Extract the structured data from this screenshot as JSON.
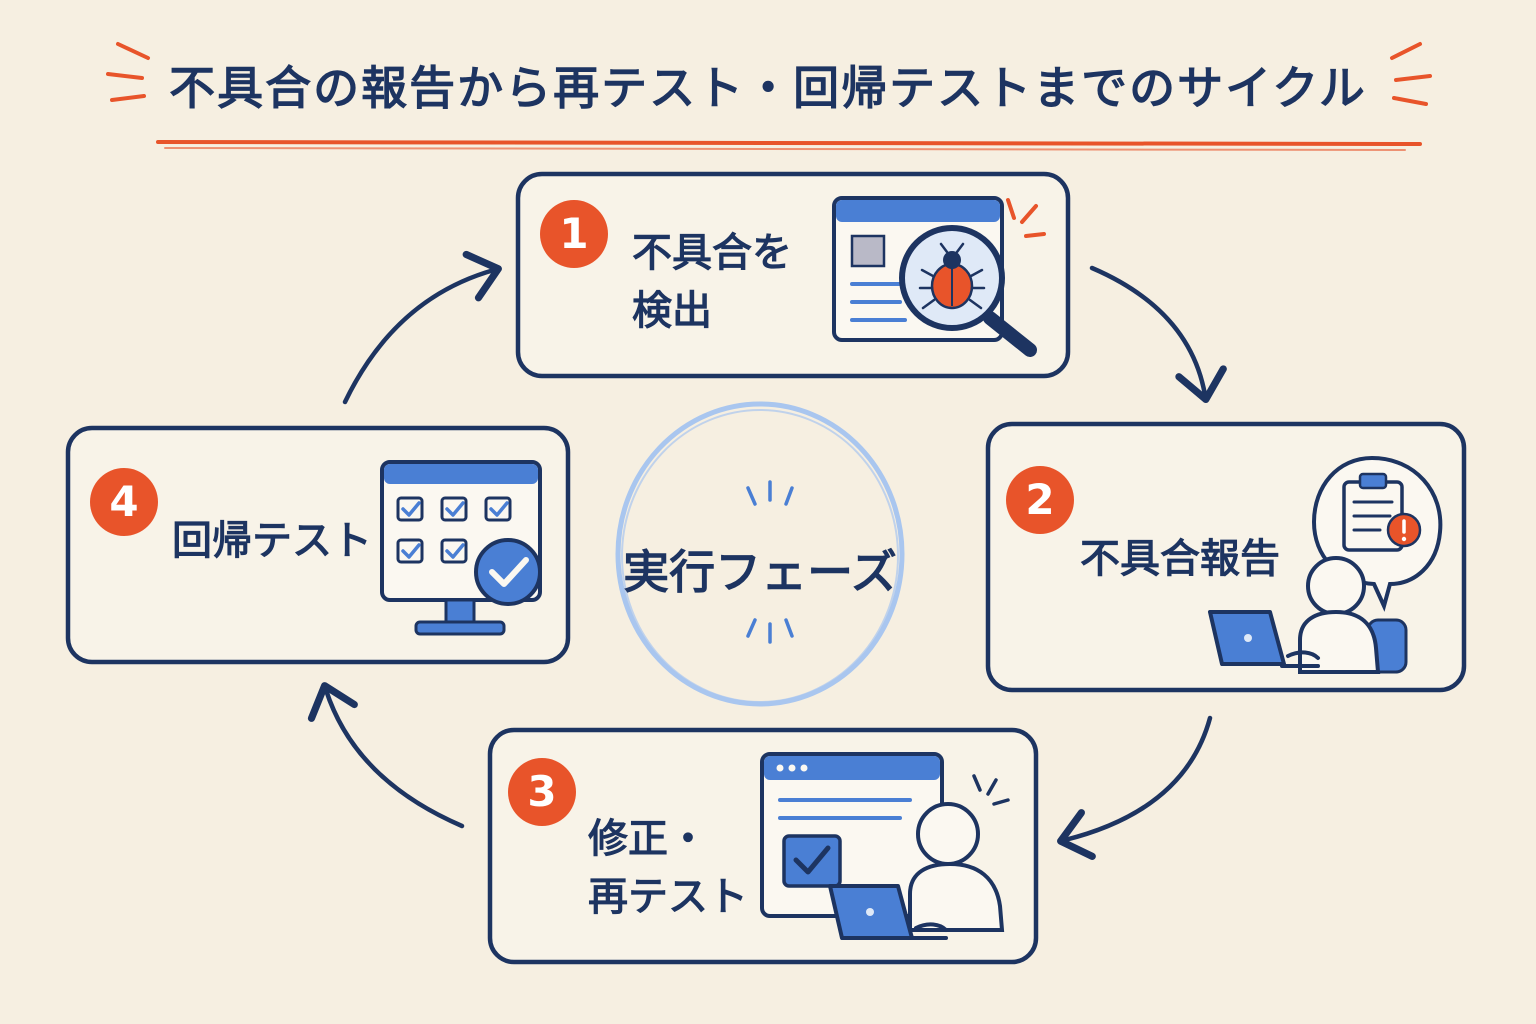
{
  "title": "不具合の報告から再テスト・回帰テストまでのサイクル",
  "center": {
    "label": "実行フェーズ"
  },
  "steps": [
    {
      "number": "1",
      "line1": "不具合を",
      "line2": "検出"
    },
    {
      "number": "2",
      "line1": "不具合報告"
    },
    {
      "number": "3",
      "line1": "修正・",
      "line2": "再テスト"
    },
    {
      "number": "4",
      "line1": "回帰テスト"
    }
  ],
  "colors": {
    "background": "#f6efe1",
    "ink": "#1d3461",
    "accent": "#e8542a",
    "blue": "#4a7fd4",
    "light_blue": "#a9c6ef"
  },
  "icons": {
    "step1": "bug-magnifier-icon",
    "step2": "person-laptop-clipboard-alert-icon",
    "step3": "person-laptop-browser-check-icon",
    "step4": "monitor-checklist-icon"
  }
}
